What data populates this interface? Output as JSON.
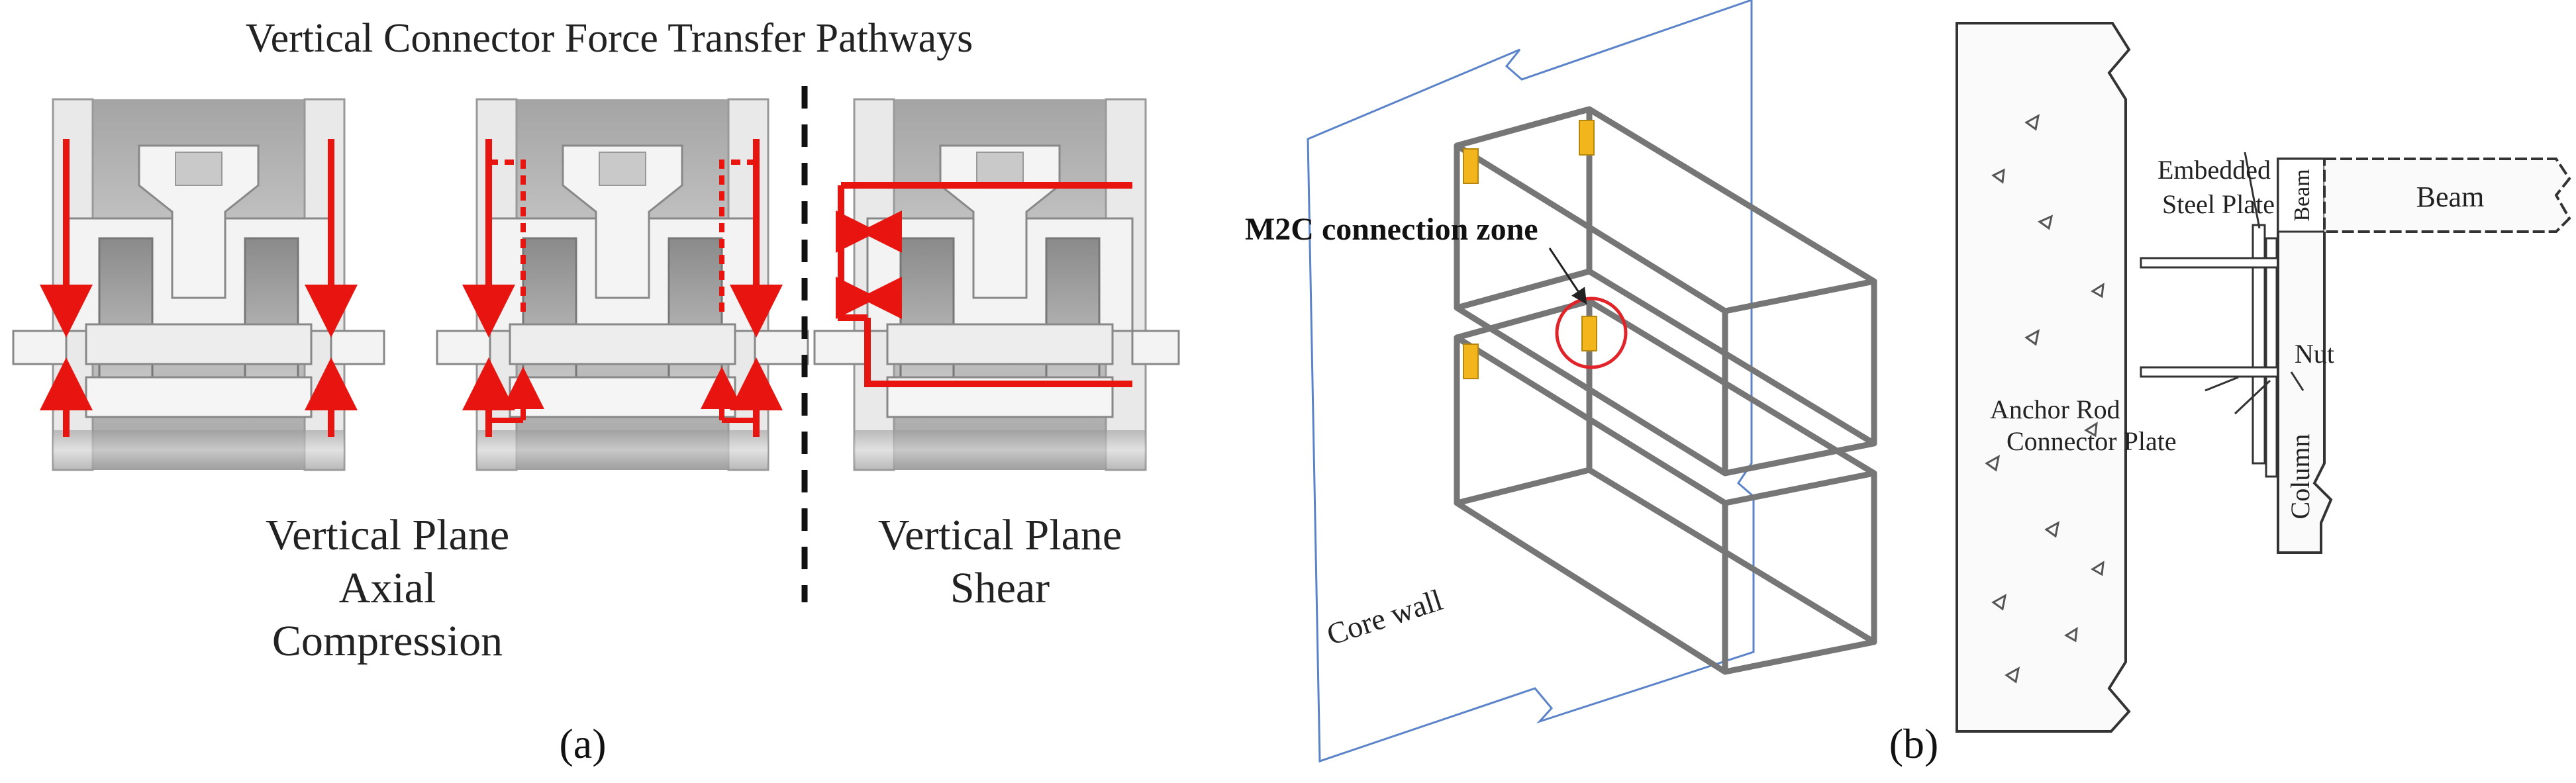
{
  "panel_a": {
    "title": "Vertical Connector Force Transfer Pathways",
    "caption_left": [
      "Vertical Plane",
      "Axial",
      "Compression"
    ],
    "caption_right": [
      "Vertical Plane",
      "Shear"
    ],
    "panel_label": "(a)",
    "force_color": "#e8140f"
  },
  "panel_b": {
    "iso": {
      "zone_label": "M2C connection zone",
      "wall_label": "Core wall",
      "frame_color": "#767676",
      "wall_color": "#5b83c9",
      "plate_color": "#f2b51b",
      "highlight_color": "#e0242a"
    },
    "detail": {
      "labels": {
        "embedded_line1": "Embedded",
        "embedded_line2": "Steel Plate",
        "beam_small": "Beam",
        "beam": "Beam",
        "nut": "Nut",
        "anchor_rod": "Anchor Rod",
        "connector_plate": "Connector Plate",
        "column": "Column"
      }
    },
    "panel_label": "(b)"
  }
}
